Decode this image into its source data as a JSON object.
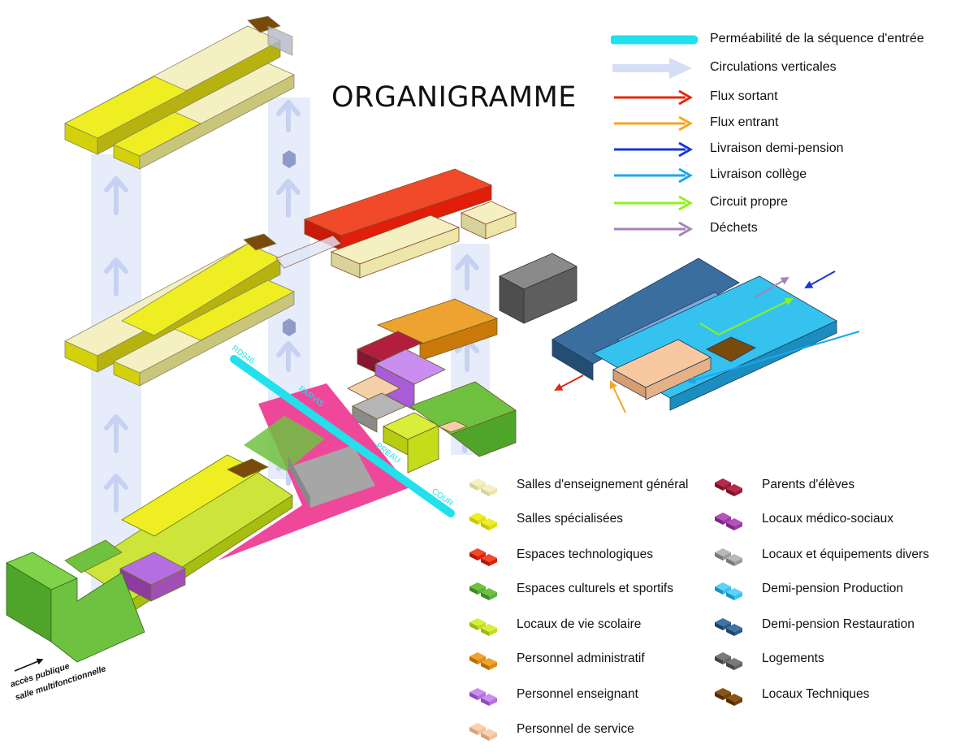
{
  "title": "ORGANIGRAMME",
  "flow_legend": [
    {
      "label": "Perméabilité de la séquence d'entrée",
      "color": "#22e0ec",
      "style": "band"
    },
    {
      "label": "Circulations verticales",
      "color": "#d5def7",
      "style": "wide-arrow"
    },
    {
      "label": "Flux sortant",
      "color": "#e02a12",
      "style": "arrow"
    },
    {
      "label": "Flux entrant",
      "color": "#f5a623",
      "style": "arrow"
    },
    {
      "label": "Livraison demi-pension",
      "color": "#1836d4",
      "style": "arrow"
    },
    {
      "label": "Livraison collège",
      "color": "#1aa7ee",
      "style": "arrow"
    },
    {
      "label": "Circuit propre",
      "color": "#8df21a",
      "style": "arrow"
    },
    {
      "label": "Déchets",
      "color": "#a584b8",
      "style": "arrow"
    }
  ],
  "program_legend_left": [
    {
      "label": "Salles d'enseignement général",
      "color": "#ebe6a6"
    },
    {
      "label": "Salles spécialisées",
      "color": "#dddd10"
    },
    {
      "label": "Espaces technologiques",
      "color": "#e01e0a"
    },
    {
      "label": "Espaces culturels et sportifs",
      "color": "#55b43b"
    },
    {
      "label": "Locaux de vie scolaire",
      "color": "#c3dd1b"
    },
    {
      "label": "Personnel administratif",
      "color": "#e08a10"
    },
    {
      "label": "Personnel enseignant",
      "color": "#b56ee2"
    },
    {
      "label": "Personnel de service",
      "color": "#f2bf97"
    }
  ],
  "program_legend_right": [
    {
      "label": "Parents d'élèves",
      "color": "#9a1a37"
    },
    {
      "label": "Locaux médico-sociaux",
      "color": "#9a3ca2"
    },
    {
      "label": "Locaux et équipements divers",
      "color": "#9b9b9b"
    },
    {
      "label": "Demi-pension Production",
      "color": "#35c2ef"
    },
    {
      "label": "Demi-pension Restauration",
      "color": "#2b5a88"
    },
    {
      "label": "Logements",
      "color": "#666666"
    },
    {
      "label": "Locaux Techniques",
      "color": "#704106"
    }
  ],
  "diagram_labels": {
    "road": "RD946",
    "parvis": "PARVIS",
    "preau": "PREAU",
    "cour": "COUR",
    "access_line1": "accès publique",
    "access_line2": "salle multifonctionnelle"
  },
  "colors": {
    "general": "#ebe6a6",
    "specialised": "#dddd10",
    "technology": "#e01e0a",
    "sports": "#6fc23f",
    "school_life": "#c3dd1b",
    "admin": "#e08a10",
    "teachers": "#b56ee2",
    "service": "#f2bf97",
    "parents": "#9a1a37",
    "medical": "#9a3ca2",
    "misc": "#9b9b9b",
    "kitchen": "#35c2ef",
    "restaurant": "#2b5a88",
    "housing": "#666666",
    "technical": "#704106",
    "parvis": "#ee3e95",
    "permeability": "#22e0ec",
    "circulation": "#d5def7"
  }
}
